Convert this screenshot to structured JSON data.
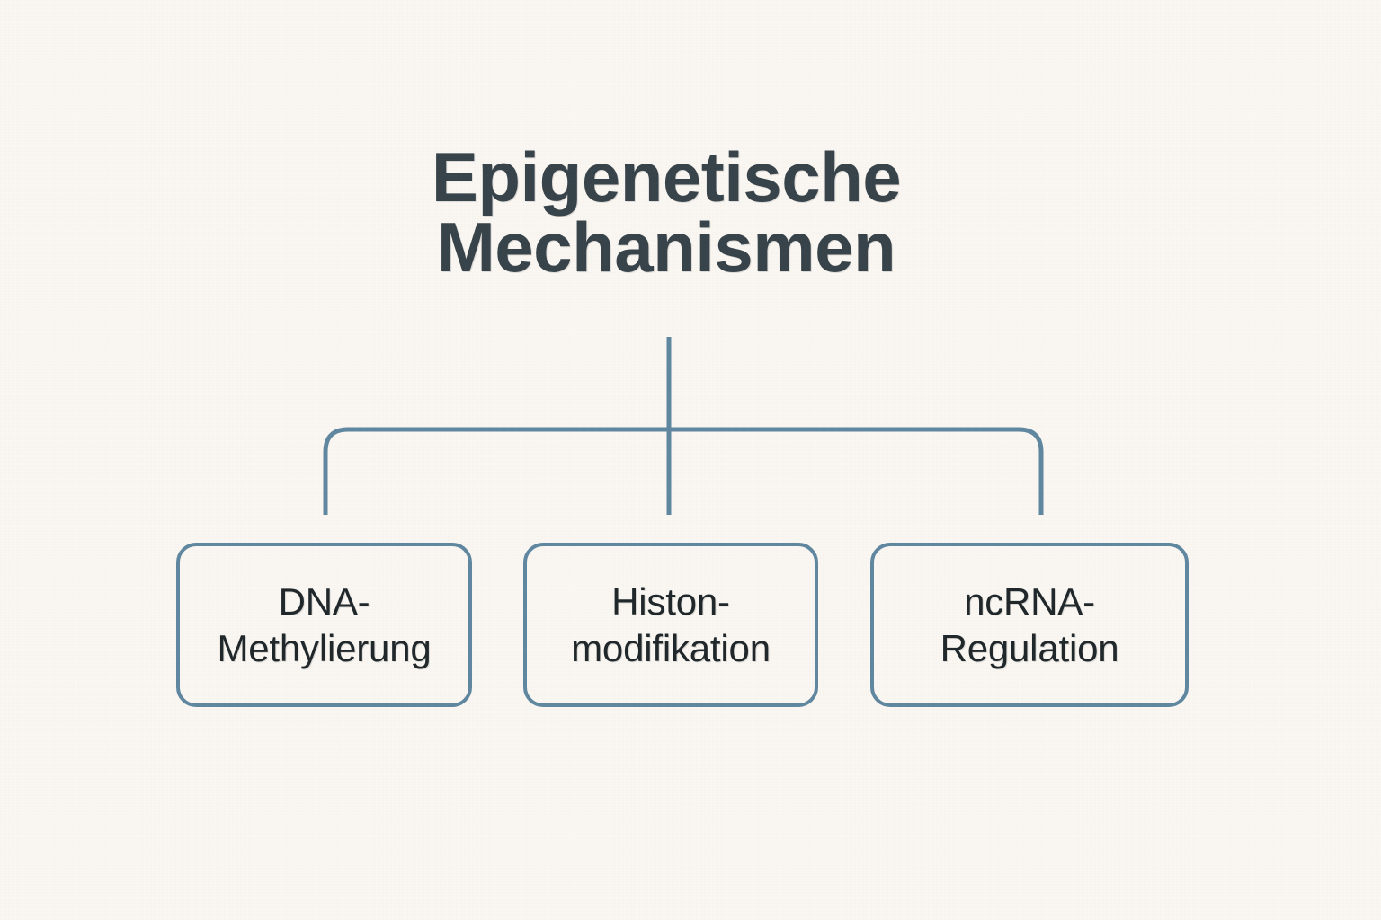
{
  "diagram": {
    "type": "hierarchy-tree",
    "background_color": "#faf7f2",
    "root": {
      "label": "Epigenetische\nMechanismen",
      "text_color": "#37434a"
    },
    "connector": {
      "color": "#5f87a0",
      "stroke_width": 5,
      "style": "orthogonal-rounded"
    },
    "children": [
      {
        "label": "DNA-\nMethylierung",
        "border_color": "#5f87a0",
        "text_color": "#1f272b"
      },
      {
        "label": "Histon-\nmodifikation",
        "border_color": "#5f87a0",
        "text_color": "#1f272b"
      },
      {
        "label": "ncRNA-\nRegulation",
        "border_color": "#5f87a0",
        "text_color": "#1f272b"
      }
    ]
  }
}
